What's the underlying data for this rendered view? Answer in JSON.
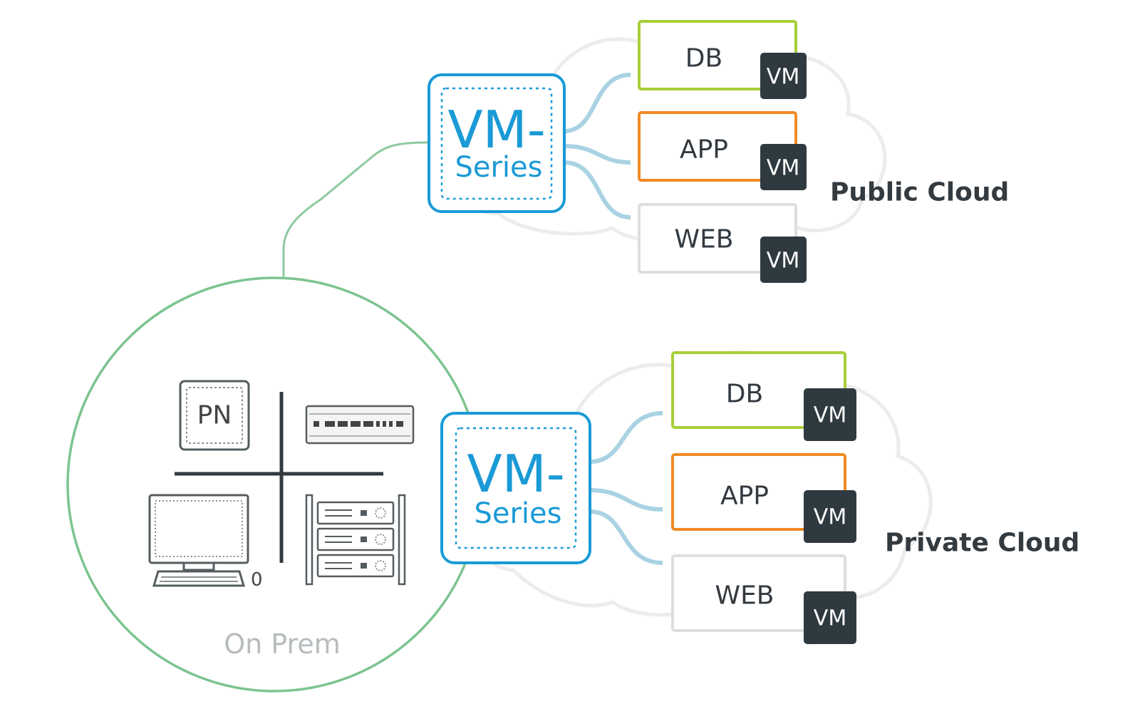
{
  "colors": {
    "vm_series_blue": "#1a9ad6",
    "db_border": "#a6cf39",
    "app_border": "#f08a24",
    "web_border": "#dedede",
    "vm_badge": "#2f3940",
    "link_light_blue": "#a9d2e3",
    "onprem_circle": "#7cc48f",
    "cloud_outline": "#ececec"
  },
  "public_cloud": {
    "label": "Public Cloud",
    "firewall": {
      "line1": "VM-",
      "line2": "Series",
      "icon": "vm-series-firewall-icon"
    },
    "tiers": [
      {
        "name": "DB",
        "badge": "VM",
        "tier": "db"
      },
      {
        "name": "APP",
        "badge": "VM",
        "tier": "app"
      },
      {
        "name": "WEB",
        "badge": "VM",
        "tier": "web"
      }
    ]
  },
  "private_cloud": {
    "label": "Private Cloud",
    "firewall": {
      "line1": "VM-",
      "line2": "Series",
      "icon": "vm-series-firewall-icon"
    },
    "tiers": [
      {
        "name": "DB",
        "badge": "VM",
        "tier": "db"
      },
      {
        "name": "APP",
        "badge": "VM",
        "tier": "app"
      },
      {
        "name": "WEB",
        "badge": "VM",
        "tier": "web"
      }
    ]
  },
  "on_prem": {
    "label": "On Prem",
    "pn_label": "PN",
    "desktop_badge": "0",
    "icons": [
      "pn-appliance-icon",
      "network-appliance-icon",
      "desktop-computer-icon",
      "server-rack-icon"
    ]
  }
}
